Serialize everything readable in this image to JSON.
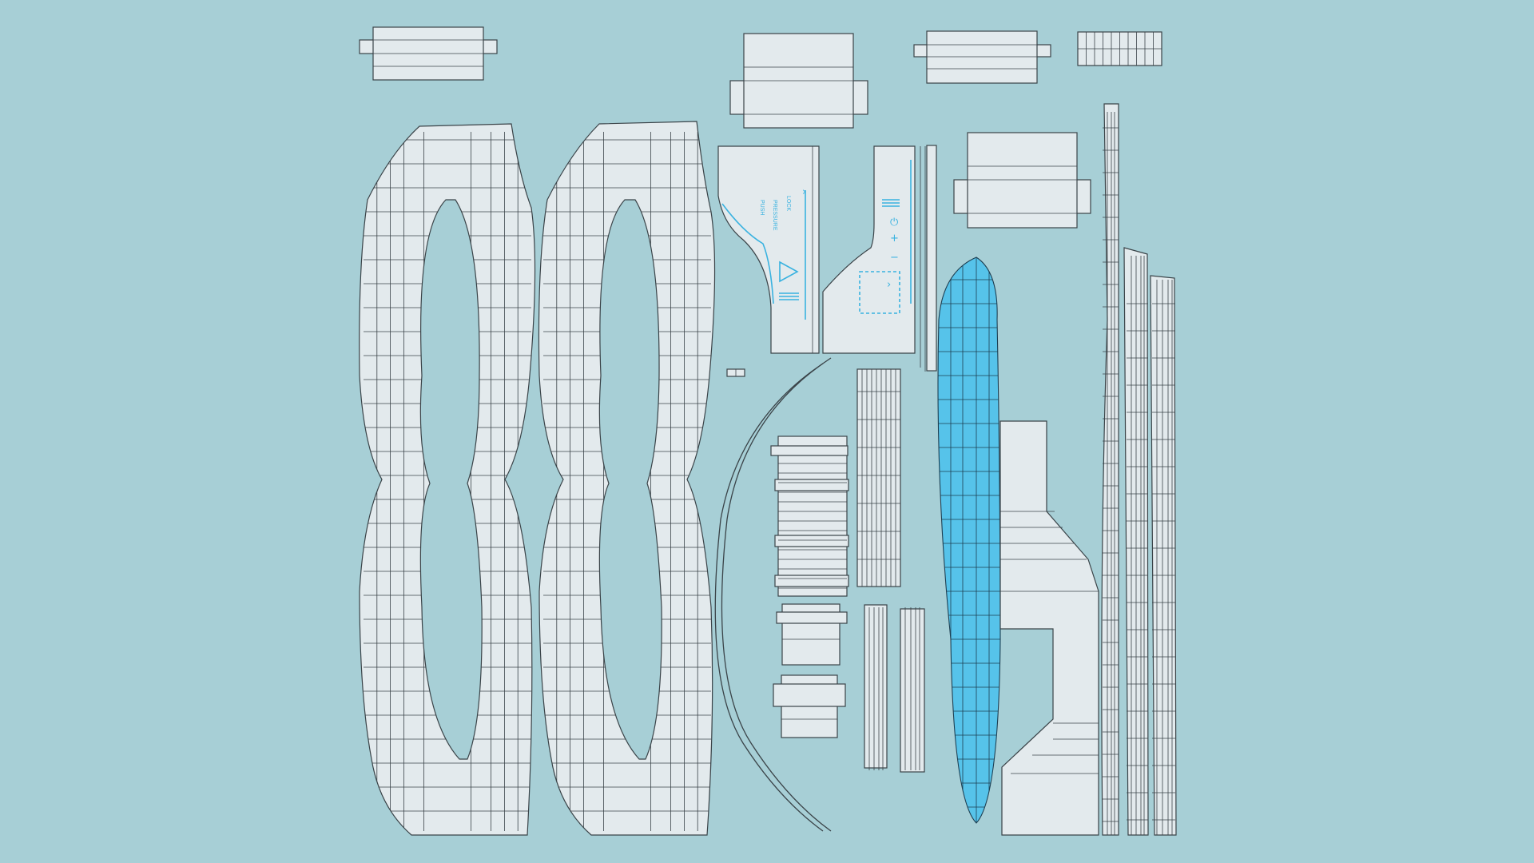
{
  "colors": {
    "background": "#a7cfd6",
    "island_fill": "#e3eaed",
    "wire": "#3a4348",
    "selected_island": "#56c3ea",
    "decal": "#39b2e0"
  },
  "decal_labels": {
    "push": "PUSH",
    "pressure": "PRESSURE",
    "lock": "LOCK"
  },
  "decal_icons": {
    "power": "power-icon",
    "plus": "plus-icon",
    "minus": "minus-icon",
    "arrow": "arrow-icon",
    "triangle": "triangle-icon"
  }
}
